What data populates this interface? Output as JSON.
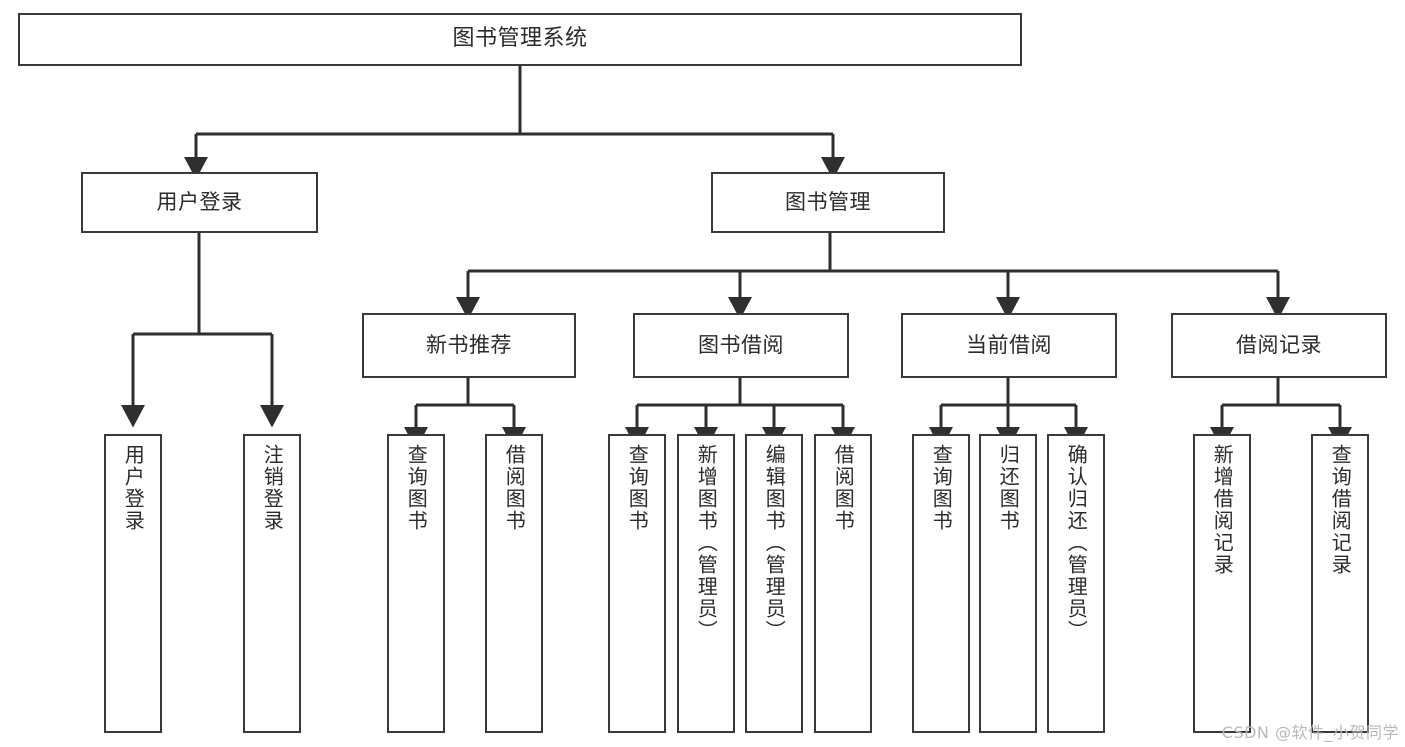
{
  "diagram": {
    "type": "tree-hierarchy",
    "title": "图书管理系统",
    "root": {
      "label": "图书管理系统"
    },
    "level2": [
      {
        "id": "user-login",
        "label": "用户登录"
      },
      {
        "id": "book-manage",
        "label": "图书管理"
      }
    ],
    "level3": [
      {
        "id": "new-book-recommend",
        "label": "新书推荐",
        "parent": "book-manage"
      },
      {
        "id": "book-borrow",
        "label": "图书借阅",
        "parent": "book-manage"
      },
      {
        "id": "current-borrow",
        "label": "当前借阅",
        "parent": "book-manage"
      },
      {
        "id": "borrow-record",
        "label": "借阅记录",
        "parent": "book-manage"
      }
    ],
    "leaves": [
      {
        "id": "leaf-user-login",
        "label": "用户登录",
        "parent": "user-login"
      },
      {
        "id": "leaf-logout-login",
        "label": "注销登录",
        "parent": "user-login"
      },
      {
        "id": "leaf-query-book-rec",
        "label": "查询图书",
        "parent": "new-book-recommend"
      },
      {
        "id": "leaf-borrow-book-rec",
        "label": "借阅图书",
        "parent": "new-book-recommend"
      },
      {
        "id": "leaf-query-book-borrow",
        "label": "查询图书",
        "parent": "book-borrow"
      },
      {
        "id": "leaf-add-book-admin",
        "label": "新增图书（管理员）",
        "parent": "book-borrow"
      },
      {
        "id": "leaf-edit-book-admin",
        "label": "编辑图书（管理员）",
        "parent": "book-borrow"
      },
      {
        "id": "leaf-borrow-book",
        "label": "借阅图书",
        "parent": "book-borrow"
      },
      {
        "id": "leaf-query-book-current",
        "label": "查询图书",
        "parent": "current-borrow"
      },
      {
        "id": "leaf-return-book",
        "label": "归还图书",
        "parent": "current-borrow"
      },
      {
        "id": "leaf-confirm-return-admin",
        "label": "确认归还（管理员）",
        "parent": "current-borrow"
      },
      {
        "id": "leaf-add-borrow-record",
        "label": "新增借阅记录",
        "parent": "borrow-record"
      },
      {
        "id": "leaf-query-borrow-record",
        "label": "查询借阅记录",
        "parent": "borrow-record"
      }
    ],
    "colors": {
      "stroke": "#3a3a3a",
      "text": "#2b2b2b",
      "background": "#ffffff",
      "watermark": "#b9b9b9"
    }
  },
  "watermark": {
    "text": "CSDN @软件_小贺同学"
  }
}
